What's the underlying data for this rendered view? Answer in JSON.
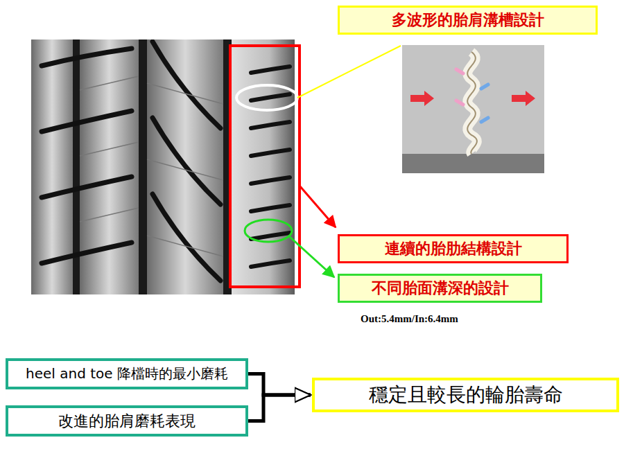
{
  "diagram": {
    "nodes": [
      {
        "text": [
          "多波形的胎肩溝槽設計"
        ]
      },
      {
        "text": [
          "連續的胎肋結構設計"
        ]
      },
      {
        "text": [
          "不同胎面溝深的設計"
        ]
      },
      {
        "text": [
          "heel and toe 降檔時的最小磨耗"
        ]
      },
      {
        "text": [
          "改進的胎肩磨耗表現"
        ]
      },
      {
        "text": [
          "穩定且較長的輪胎壽命"
        ]
      }
    ],
    "edges": [
      {
        "from": 3,
        "to": 5,
        "arrow": "to"
      },
      {
        "from": 4,
        "to": 5,
        "arrow": "to"
      }
    ],
    "labels": [
      "Out:5.4mm/In:6.4mm"
    ]
  }
}
